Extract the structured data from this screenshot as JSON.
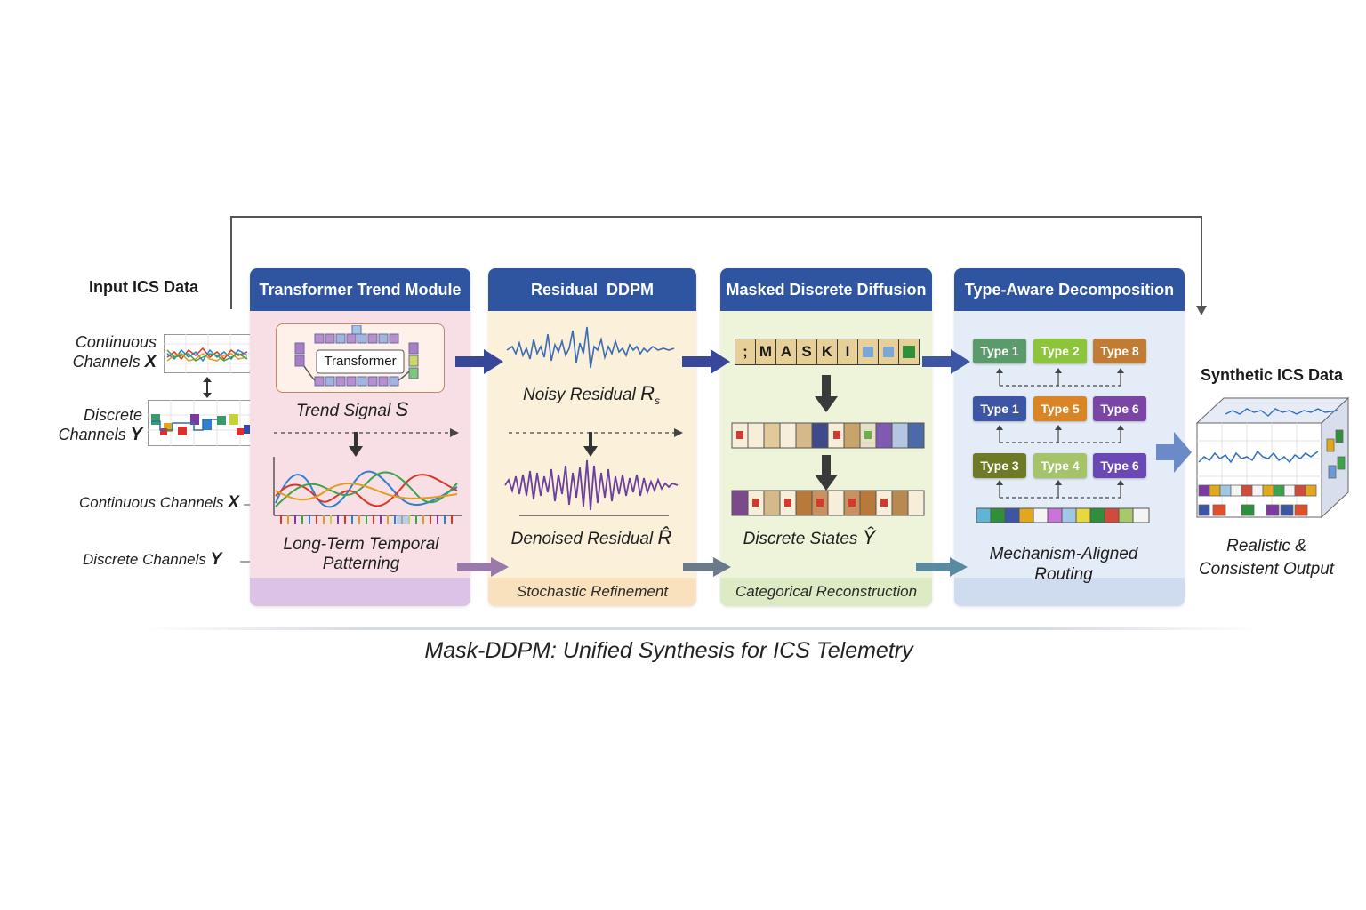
{
  "input": {
    "title": "Input ICS Data",
    "continuous_label_line1": "Continuous",
    "continuous_label_line2": "Channels",
    "continuous_symbol": "X",
    "discrete_label_line1": "Discrete",
    "discrete_label_line2": "Channels",
    "discrete_symbol": "Y",
    "continuous_side_label": "Continuous Channels",
    "discrete_side_label": "Discrete Channels"
  },
  "panels": [
    {
      "title": "Transformer Trend Module",
      "inner_box_label": "Transformer",
      "signal_label": "Trend Signal",
      "signal_symbol": "S",
      "caption_line1": "Long-Term Temporal",
      "caption_line2": "Patterning",
      "bg_color": "#f7dfe5",
      "foot_color": "#dcc3e6"
    },
    {
      "title": "Residual  DDPM",
      "noisy_label": "Noisy Residual",
      "noisy_symbol": "R",
      "noisy_sub": "s",
      "denoised_label": "Denoised Residual",
      "denoised_symbol": "R̂",
      "footer": "Stochastic Refinement",
      "bg_color": "#fbf0d9",
      "foot_color": "#fae1bd"
    },
    {
      "title": "Masked Discrete Diffusion",
      "mask_tokens": [
        ";",
        "M",
        "A",
        "S",
        "K",
        "I"
      ],
      "states_label": "Discrete States",
      "states_symbol": "Ŷ",
      "footer": "Categorical Reconstruction",
      "bg_color": "#eef4da",
      "foot_color": "#dcebc4"
    },
    {
      "title": "Type-Aware Decomposition",
      "rows": [
        [
          {
            "label": "Type 1",
            "color": "#5a9a6b"
          },
          {
            "label": "Type 2",
            "color": "#8cc43b"
          },
          {
            "label": "Type 8",
            "color": "#c07b35"
          }
        ],
        [
          {
            "label": "Type 1",
            "color": "#3d55a5"
          },
          {
            "label": "Type 5",
            "color": "#d98526"
          },
          {
            "label": "Type 6",
            "color": "#7a45a5"
          }
        ],
        [
          {
            "label": "Type 3",
            "color": "#6f7a26"
          },
          {
            "label": "Type 4",
            "color": "#a5c46a"
          },
          {
            "label": "Type 6",
            "color": "#6a48b5"
          }
        ]
      ],
      "caption_line1": "Mechanism-Aligned",
      "caption_line2": "Routing",
      "bg_color": "#e4ecf7",
      "foot_color": "#cfdcef"
    }
  ],
  "output": {
    "title": "Synthetic ICS Data",
    "caption_line1": "Realistic &",
    "caption_line2": "Consistent Output"
  },
  "footer_title": "Mask-DDPM: Unified Synthesis for ICS Telemetry"
}
